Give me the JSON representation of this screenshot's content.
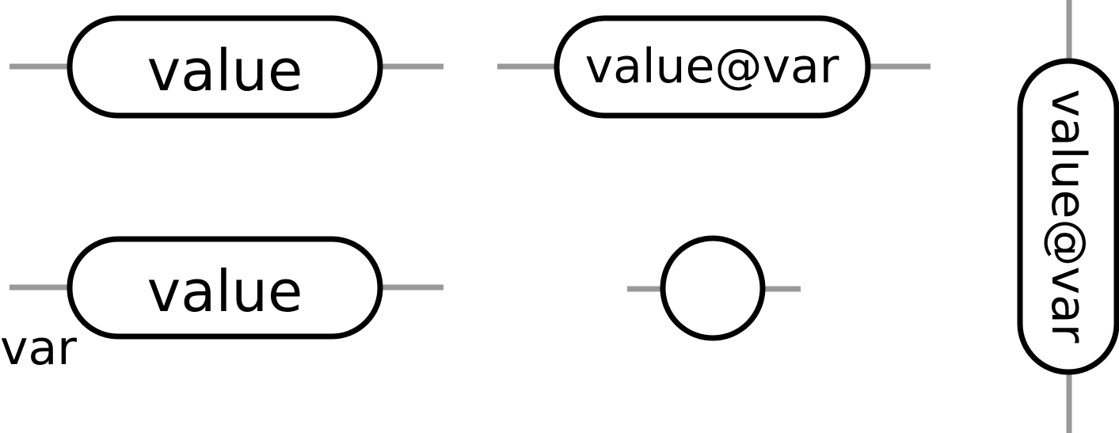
{
  "diagram": {
    "nodes": {
      "value_top": {
        "label": "value"
      },
      "value_at_var_top": {
        "label": "value@var"
      },
      "value_bottom": {
        "label": "value",
        "sublabel": "var"
      },
      "empty_circle": {
        "label": ""
      },
      "value_at_var_vertical": {
        "label": "value@var"
      }
    },
    "colors": {
      "wire": "#999999",
      "stroke": "#000000",
      "background": "#ffffff"
    }
  }
}
